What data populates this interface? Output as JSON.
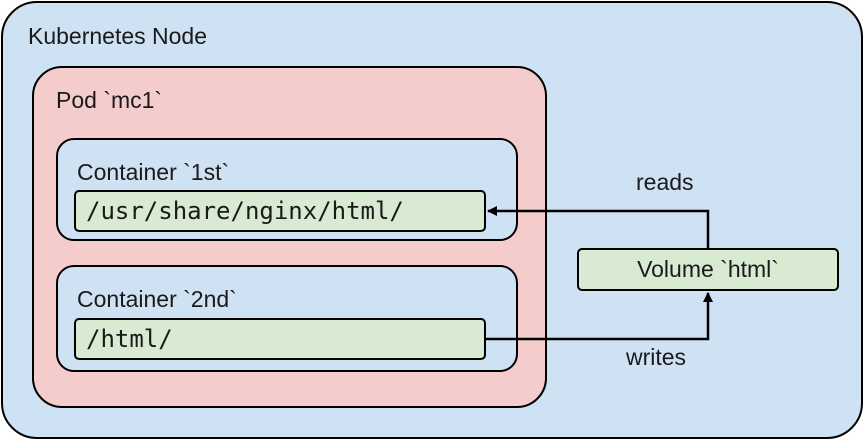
{
  "diagram": {
    "node": {
      "title": "Kubernetes Node"
    },
    "pod": {
      "title": "Pod `mc1`"
    },
    "containers": [
      {
        "title": "Container `1st`",
        "path": "/usr/share/nginx/html/"
      },
      {
        "title": "Container `2nd`",
        "path": "/html/"
      }
    ],
    "volume": {
      "label": "Volume `html`"
    },
    "edges": [
      {
        "from": "volume",
        "to": "containers.0.path",
        "label": "reads"
      },
      {
        "from": "containers.1.path",
        "to": "volume",
        "label": "writes"
      }
    ]
  },
  "colors": {
    "node_fill": "#cfe2f3",
    "pod_fill": "#f4cccc",
    "container_fill": "#cfe2f3",
    "path_fill": "#d9ead3",
    "volume_fill": "#d9ead3",
    "stroke": "#000000",
    "text": "#1a1a1a"
  }
}
